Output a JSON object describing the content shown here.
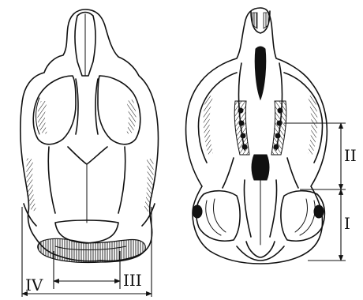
{
  "figure": {
    "views": [
      {
        "id": "dorsal",
        "name": ""
      },
      {
        "id": "ventral",
        "name": ""
      }
    ],
    "measurements": [
      {
        "id": "I",
        "label": "I"
      },
      {
        "id": "II",
        "label": "II"
      },
      {
        "id": "III",
        "label": "III"
      },
      {
        "id": "IV",
        "label": "IV"
      }
    ]
  }
}
